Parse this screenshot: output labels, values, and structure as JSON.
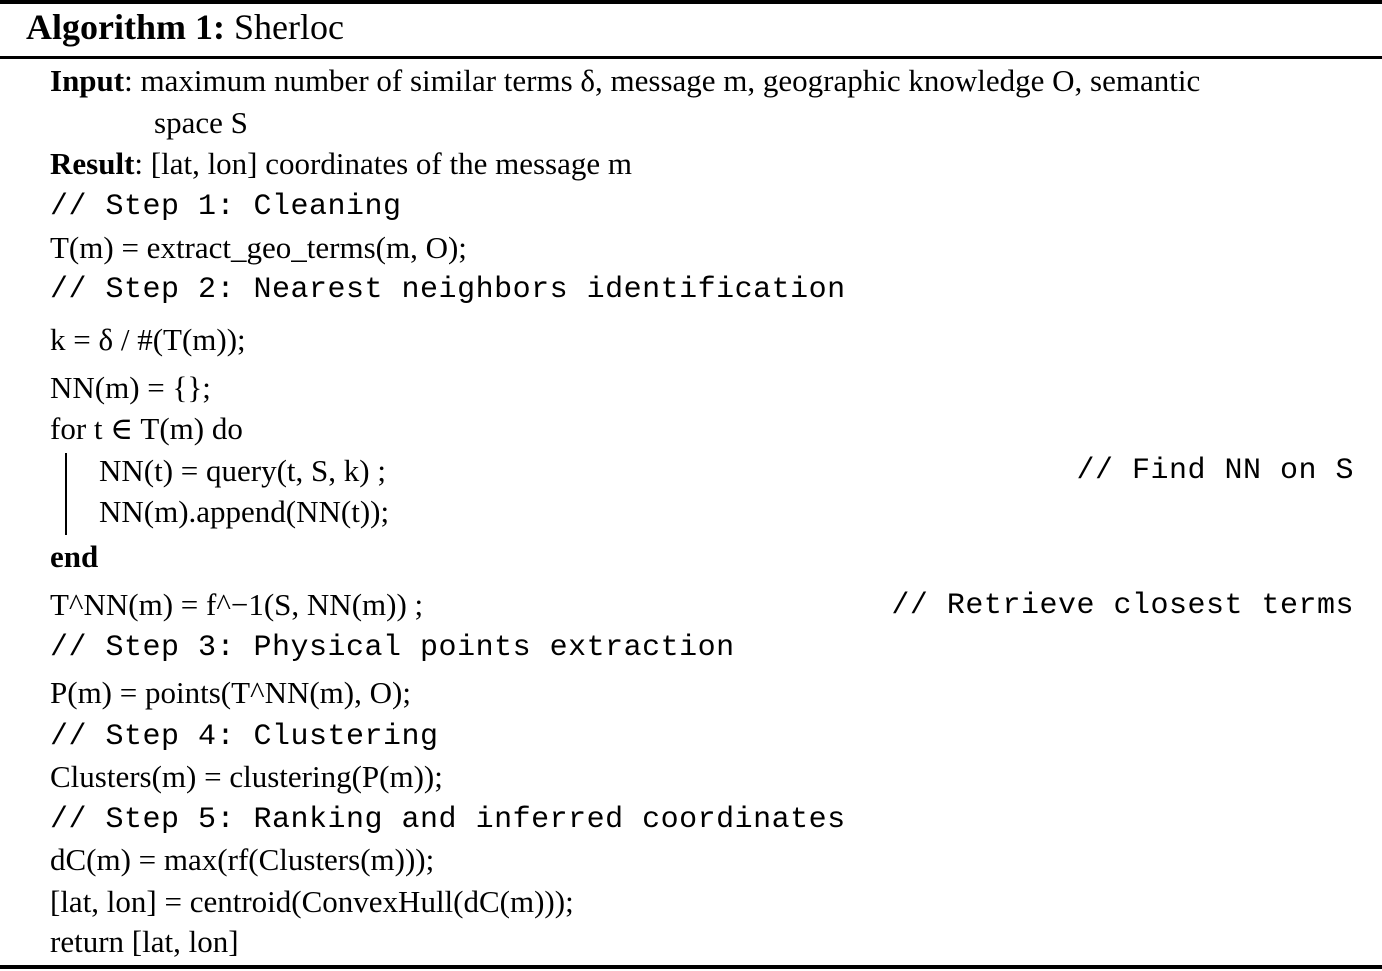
{
  "algorithm": {
    "label": "Algorithm 1:",
    "name": "Sherloc"
  },
  "input": {
    "keyword": "Input",
    "text_1": "maximum number of similar terms δ, message m, geographic knowledge O, semantic",
    "text_2": "space S"
  },
  "result": {
    "keyword": "Result",
    "text": "[lat, lon] coordinates of the message m"
  },
  "lines": [
    "// Step 1: Cleaning",
    "T(m) = extract_geo_terms(m, O);",
    "// Step 2: Nearest neighbors identification",
    "k = δ / #(T(m));",
    "NN(m) = {};",
    "for t ∈ T(m) do",
    "NN(t) = query(t, S, k) ;",
    "NN(m).append(NN(t));",
    "end",
    "T^NN(m) = f^−1(S, NN(m)) ;",
    "// Step 3: Physical points extraction",
    "P(m) = points(T^NN(m), O);",
    "// Step 4: Clustering",
    "Clusters(m) = clustering(P(m));",
    "// Step 5: Ranking and inferred coordinates",
    "dC(m) = max(rf(Clusters(m)));",
    "[lat, lon] = centroid(ConvexHull(dC(m)));",
    "return [lat, lon]"
  ],
  "comments": {
    "step1": "// Step 1: Cleaning",
    "step2": "// Step 2: Nearest neighbors identification",
    "step3": "// Step 3: Physical points extraction",
    "step4": "// Step 4: Clustering",
    "step5": "// Step 5: Ranking and inferred coordinates",
    "find_nn": "// Find NN on S",
    "retrieve": "// Retrieve closest terms"
  },
  "keywords": {
    "for": "for",
    "do": "do",
    "end": "end",
    "return": "return"
  }
}
